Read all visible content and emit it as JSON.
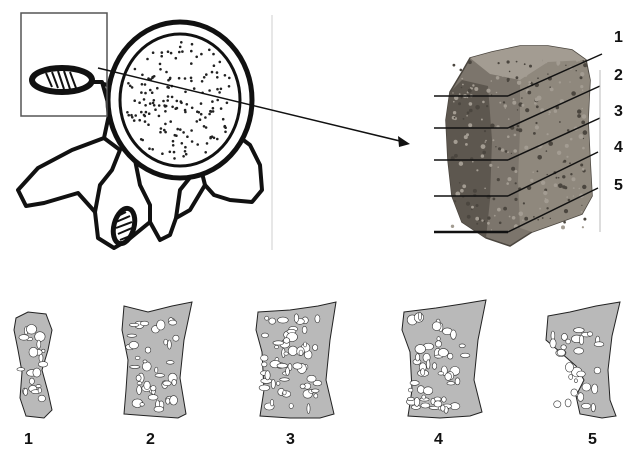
{
  "slice_labels": [
    "1",
    "2",
    "3",
    "4",
    "5"
  ],
  "section_labels": [
    "1",
    "2",
    "3",
    "4",
    "5"
  ],
  "colors": {
    "ink": "#111111",
    "bone": "#b9b9b9",
    "bone_dark": "#8a8a8a",
    "block": "#7c756c",
    "block_dark": "#4b463f",
    "block_light": "#a39c92"
  }
}
